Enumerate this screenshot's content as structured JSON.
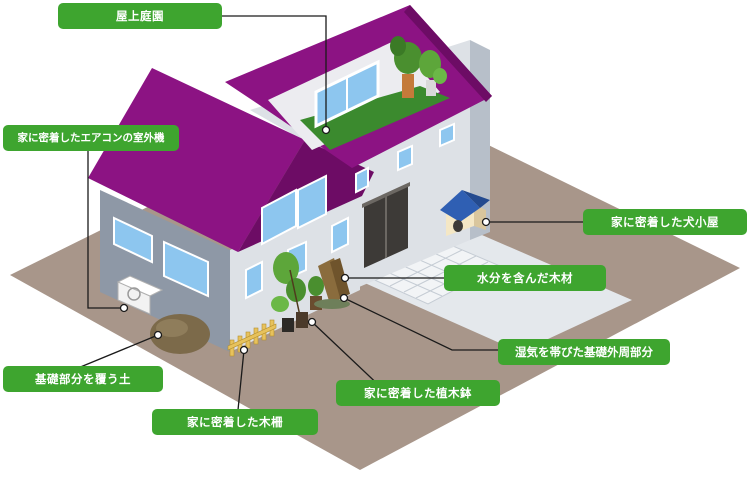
{
  "colors": {
    "label_bg": "#3ea52f",
    "label_text": "#ffffff",
    "roof": "#8c1383",
    "wall_light": "#dde1e6",
    "wall_shade": "#8e98a6",
    "ground": "#a8968a",
    "lawn": "#3b8a2e",
    "leader_line": "#1a1a1a"
  },
  "labels": {
    "rooftop_garden": "屋上庭園",
    "outdoor_ac_unit": "家に密着したエアコンの室外機",
    "dog_house": "家に密着した犬小屋",
    "wet_wood": "水分を含んだ木材",
    "damp_foundation": "湿気を帯びた基礎外周部分",
    "soil_over_foundation": "基礎部分を覆う土",
    "planter_pots": "家に密着した植木鉢",
    "wooden_fence": "家に密着した木柵"
  }
}
